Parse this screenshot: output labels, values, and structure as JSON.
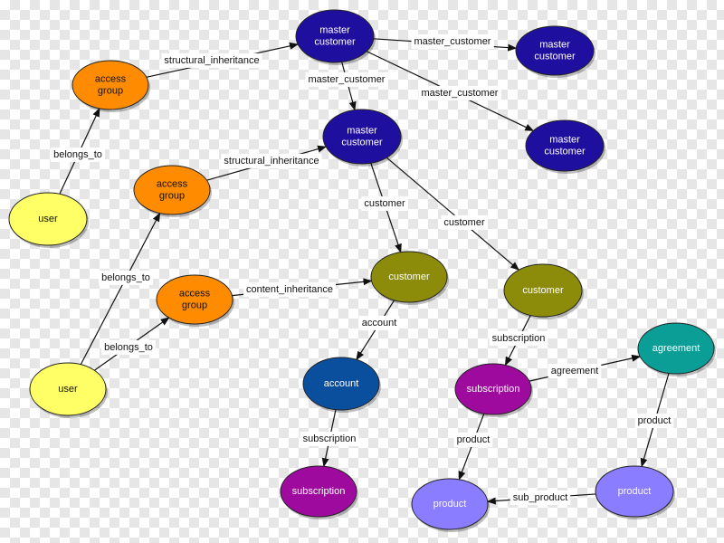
{
  "nodes": [
    {
      "id": "mc1",
      "lines": [
        "master",
        "customer"
      ],
      "fill": "#1f0f9e",
      "text_color": "#ffffff"
    },
    {
      "id": "mc2",
      "lines": [
        "master",
        "customer"
      ],
      "fill": "#1f0f9e",
      "text_color": "#ffffff"
    },
    {
      "id": "mc3",
      "lines": [
        "master",
        "customer"
      ],
      "fill": "#1f0f9e",
      "text_color": "#ffffff"
    },
    {
      "id": "mc4",
      "lines": [
        "master",
        "customer"
      ],
      "fill": "#1f0f9e",
      "text_color": "#ffffff"
    },
    {
      "id": "ag1",
      "lines": [
        "access",
        "group"
      ],
      "fill": "#ff8c00",
      "text_color": "#111111"
    },
    {
      "id": "ag2",
      "lines": [
        "access",
        "group"
      ],
      "fill": "#ff8c00",
      "text_color": "#111111"
    },
    {
      "id": "ag3",
      "lines": [
        "access",
        "group"
      ],
      "fill": "#ff8c00",
      "text_color": "#111111"
    },
    {
      "id": "user1",
      "lines": [
        "user"
      ],
      "fill": "#ffff66",
      "text_color": "#111111"
    },
    {
      "id": "user2",
      "lines": [
        "user"
      ],
      "fill": "#ffff66",
      "text_color": "#111111"
    },
    {
      "id": "cust1",
      "lines": [
        "customer"
      ],
      "fill": "#8c8c0a",
      "text_color": "#ffffff"
    },
    {
      "id": "cust2",
      "lines": [
        "customer"
      ],
      "fill": "#8c8c0a",
      "text_color": "#ffffff"
    },
    {
      "id": "account",
      "lines": [
        "account"
      ],
      "fill": "#0a4f9e",
      "text_color": "#ffffff"
    },
    {
      "id": "sub1",
      "lines": [
        "subscription"
      ],
      "fill": "#9e0a9e",
      "text_color": "#ffffff"
    },
    {
      "id": "sub2",
      "lines": [
        "subscription"
      ],
      "fill": "#9e0a9e",
      "text_color": "#ffffff"
    },
    {
      "id": "agreement",
      "lines": [
        "agreement"
      ],
      "fill": "#0a9e96",
      "text_color": "#ffffff"
    },
    {
      "id": "prod1",
      "lines": [
        "product"
      ],
      "fill": "#8a7dff",
      "text_color": "#ffffff"
    },
    {
      "id": "prod2",
      "lines": [
        "product"
      ],
      "fill": "#8a7dff",
      "text_color": "#ffffff"
    }
  ],
  "edges": [
    {
      "from": "user1",
      "to": "ag1",
      "label": "belongs_to"
    },
    {
      "from": "ag1",
      "to": "mc1",
      "label": "structural_inheritance"
    },
    {
      "from": "mc1",
      "to": "mc2",
      "label": "master_customer"
    },
    {
      "from": "mc1",
      "to": "mc3",
      "label": "master_customer"
    },
    {
      "from": "mc1",
      "to": "mc4",
      "label": "master_customer"
    },
    {
      "from": "ag2",
      "to": "mc3",
      "label": "structural_inheritance"
    },
    {
      "from": "mc3",
      "to": "cust1",
      "label": "customer"
    },
    {
      "from": "mc3",
      "to": "cust2",
      "label": "customer"
    },
    {
      "from": "user2",
      "to": "ag2",
      "label": "belongs_to"
    },
    {
      "from": "user2",
      "to": "ag3",
      "label": "belongs_to"
    },
    {
      "from": "ag3",
      "to": "cust1",
      "label": "content_inheritance"
    },
    {
      "from": "cust1",
      "to": "account",
      "label": "account"
    },
    {
      "from": "account",
      "to": "sub1",
      "label": "subscription"
    },
    {
      "from": "cust2",
      "to": "sub2",
      "label": "subscription"
    },
    {
      "from": "sub2",
      "to": "agreement",
      "label": "agreement"
    },
    {
      "from": "agreement",
      "to": "prod2",
      "label": "product"
    },
    {
      "from": "sub2",
      "to": "prod1",
      "label": "product"
    },
    {
      "from": "prod2",
      "to": "prod1",
      "label": "sub_product"
    }
  ]
}
